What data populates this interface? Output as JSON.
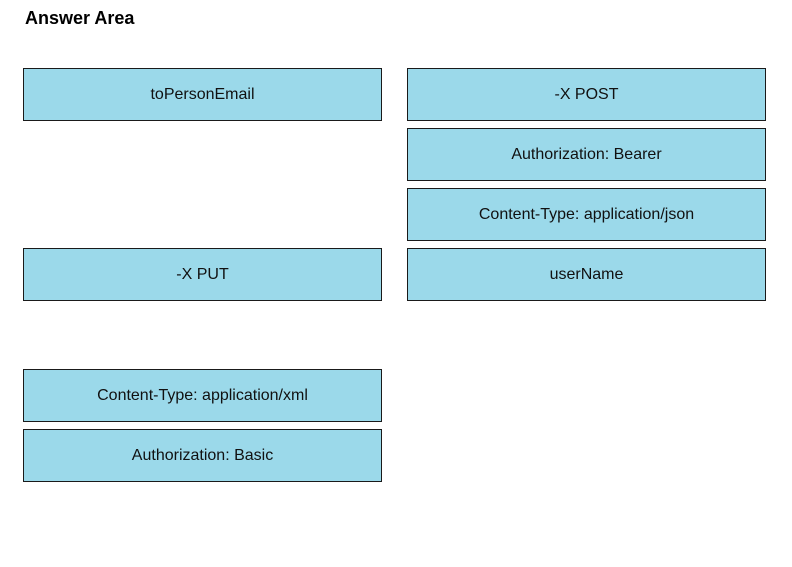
{
  "header": {
    "title": "Answer Area"
  },
  "colors": {
    "tile_background": "#9bd9ea",
    "tile_border": "#1a1a1a",
    "page_background": "#ffffff"
  },
  "left_column": {
    "items": [
      "toPersonEmail",
      "-X PUT",
      "Content-Type: application/xml",
      "Authorization: Basic"
    ]
  },
  "right_column": {
    "items": [
      "-X POST",
      "Authorization: Bearer",
      "Content-Type: application/json",
      "userName"
    ]
  }
}
